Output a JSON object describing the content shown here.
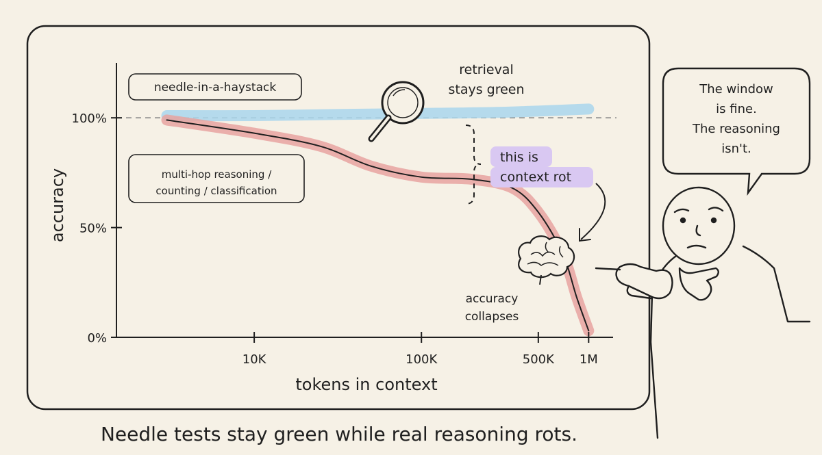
{
  "caption": "Needle tests stay green while real reasoning rots.",
  "speech": {
    "lines": [
      "The window",
      "is fine.",
      "The reasoning",
      "isn't."
    ]
  },
  "colors": {
    "background": "#f6f1e6",
    "retrieval_band": "#a9d6ec",
    "reasoning_band": "#e8a3a0",
    "callout": "#d9c8f2",
    "ink": "#1f1f1f"
  },
  "icons": [
    "magnifier-icon",
    "brain-icon",
    "thinking-person-icon"
  ],
  "chart_data": {
    "type": "line",
    "xlabel": "tokens in context",
    "ylabel": "accuracy",
    "x_scale": "log",
    "xticks": [
      {
        "value": 10000,
        "label": "10K"
      },
      {
        "value": 100000,
        "label": "100K"
      },
      {
        "value": 500000,
        "label": "500K"
      },
      {
        "value": 1000000,
        "label": "1M"
      }
    ],
    "yticks": [
      {
        "value": 0,
        "label": "0%"
      },
      {
        "value": 50,
        "label": "50%"
      },
      {
        "value": 100,
        "label": "100%"
      }
    ],
    "ylim": [
      0,
      125
    ],
    "reference_line": {
      "y": 100,
      "style": "dashed"
    },
    "series": [
      {
        "name": "needle-in-a-haystack",
        "color": "#a9d6ec",
        "points": [
          [
            3000,
            101
          ],
          [
            10000,
            101
          ],
          [
            30000,
            101.5
          ],
          [
            100000,
            102
          ],
          [
            300000,
            102.5
          ],
          [
            1000000,
            104
          ]
        ]
      },
      {
        "name": "multi-hop reasoning / counting / classification",
        "color": "#e8a3a0",
        "points": [
          [
            3000,
            99
          ],
          [
            10000,
            93
          ],
          [
            25000,
            87
          ],
          [
            50000,
            78
          ],
          [
            100000,
            73
          ],
          [
            200000,
            72
          ],
          [
            350000,
            68
          ],
          [
            500000,
            57
          ],
          [
            700000,
            38
          ],
          [
            850000,
            18
          ],
          [
            1000000,
            3
          ]
        ]
      }
    ],
    "annotations": {
      "retrieval": [
        "retrieval",
        "stays green"
      ],
      "gap_callout": [
        "this is",
        "context rot"
      ],
      "collapse": [
        "accuracy",
        "collapses"
      ]
    }
  }
}
